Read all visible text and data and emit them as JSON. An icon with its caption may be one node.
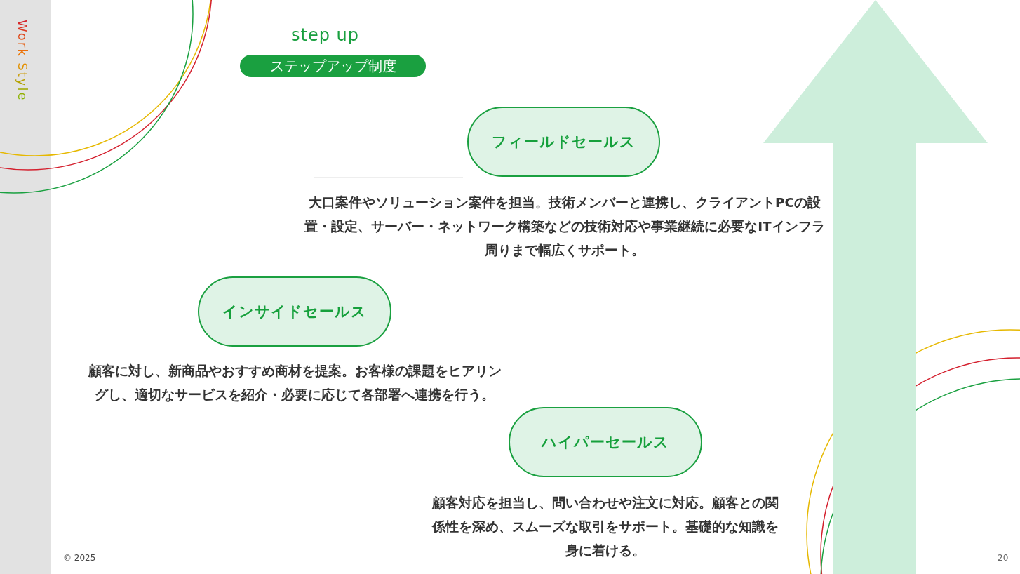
{
  "diagram": {
    "title": "ステップアップ制度",
    "nodes": [
      {
        "text": [
          "フィールドセールス"
        ],
        "beside": [
          "大口案件やソリューション案件を担当。技術メンバーと連携し、クライアントPCの設置・設定、サーバー・ネットワーク構築などの技術対応や事業継続に必要なITインフラ周りまで幅広くサポート。"
        ]
      },
      {
        "text": [
          "インサイドセールス"
        ],
        "beside": [
          "顧客に対し、新商品やおすすめ商材を提案。お客様の課題をヒアリングし、適切なサービスを紹介・必要に応じて各部署へ連携を行う。"
        ]
      },
      {
        "text": [
          "ハイパーセールス"
        ],
        "beside": [
          "顧客対応を担当し、問い合わせや注文に対応。顧客との関係性を深め、スムーズな取引をサポート。基礎的な知識を身に着ける。"
        ]
      }
    ],
    "edges": [],
    "labels": [
      "Work Style",
      "step up",
      "© 2025",
      "20"
    ]
  }
}
